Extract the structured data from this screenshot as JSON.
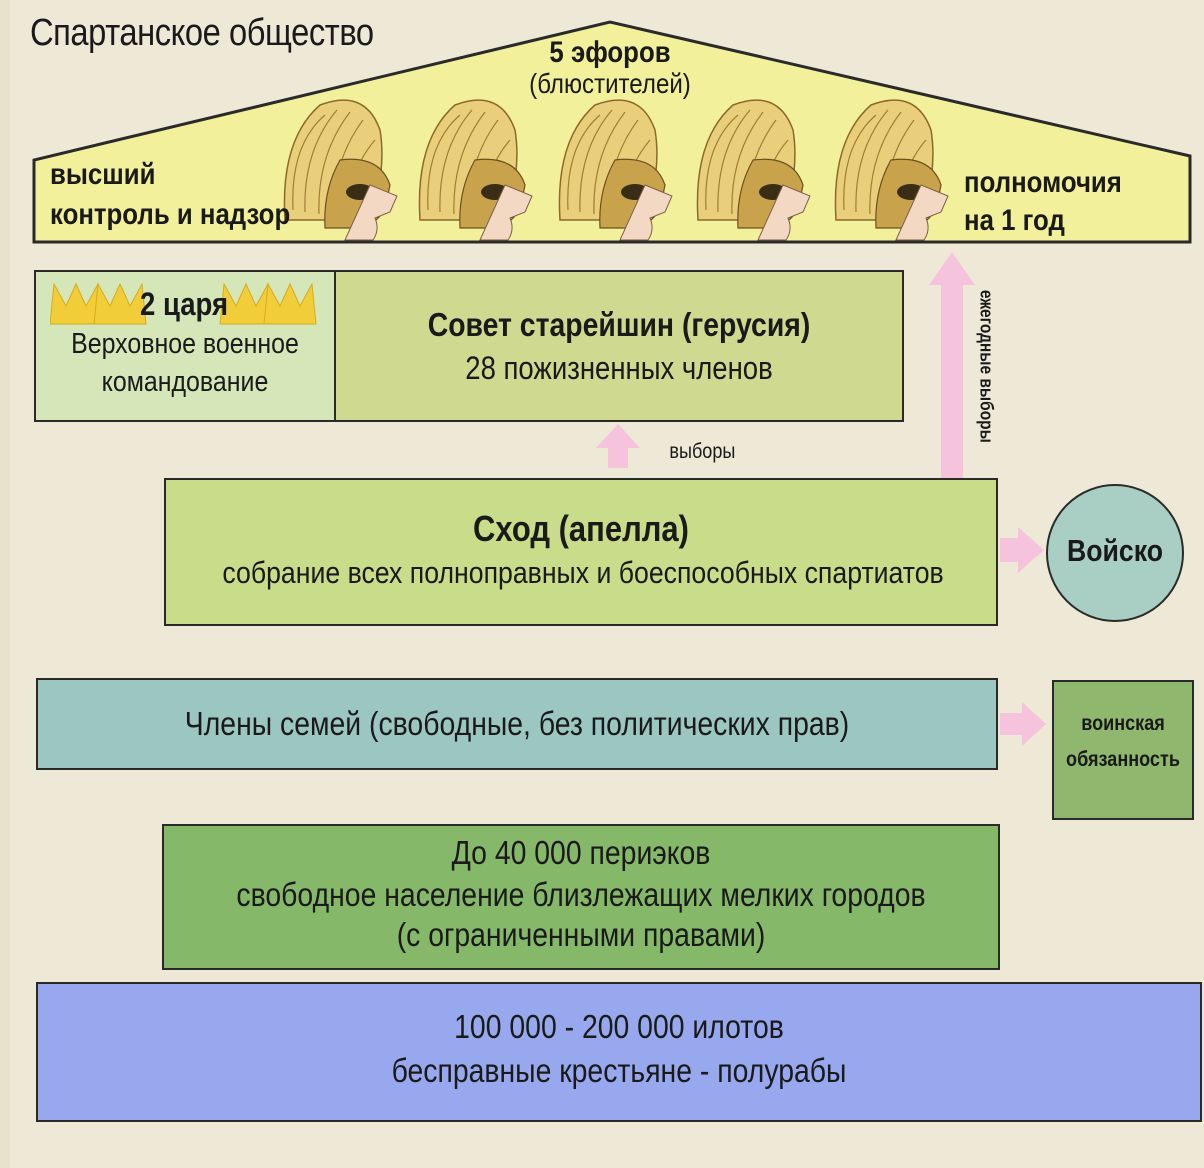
{
  "title": "Спартанское общество",
  "ephors": {
    "heading": "5 эфоров",
    "subheading": "(блюстителей)",
    "left_text": [
      "высший",
      "контроль и надзор"
    ],
    "right_text": [
      "полномочия",
      "на 1 год"
    ],
    "icon": "spartan-helmet-icon"
  },
  "kings": {
    "heading": "2 царя",
    "line1": "Верховное военное",
    "line2": "командование",
    "icon": "crown-icon"
  },
  "gerousia": {
    "heading": "Совет старейшин (герусия)",
    "line1": "28 пожизненных членов"
  },
  "arrows": {
    "elections": "выборы",
    "annual_elections": "ежегодные выборы"
  },
  "apella": {
    "heading": "Сход (апелла)",
    "line1": "собрание всех полноправных и боеспособных спартиатов"
  },
  "army": {
    "label": "Войско"
  },
  "families": {
    "label": "Члены семей (свободные, без политических прав)"
  },
  "military_duty": {
    "line1": "воинская",
    "line2": "обязанность"
  },
  "perioeci": {
    "line1": "До 40 000 периэков",
    "line2": "свободное население близлежащих мелких городов",
    "line3": "(с ограниченными правами)"
  },
  "helots": {
    "line1": "100 000 - 200 000 илотов",
    "line2": "бесправные крестьяне - полурабы"
  },
  "colors": {
    "roof": "#f2f09a",
    "kings": "#d5e6b8",
    "gerousia": "#cfd98f",
    "apella": "#c9dc8a",
    "army": "#a9cfc4",
    "families": "#9cc7c1",
    "duty": "#8fb86e",
    "perioeci": "#86b86a",
    "helots": "#97a8ee",
    "arrow": "#f5c4dc"
  }
}
